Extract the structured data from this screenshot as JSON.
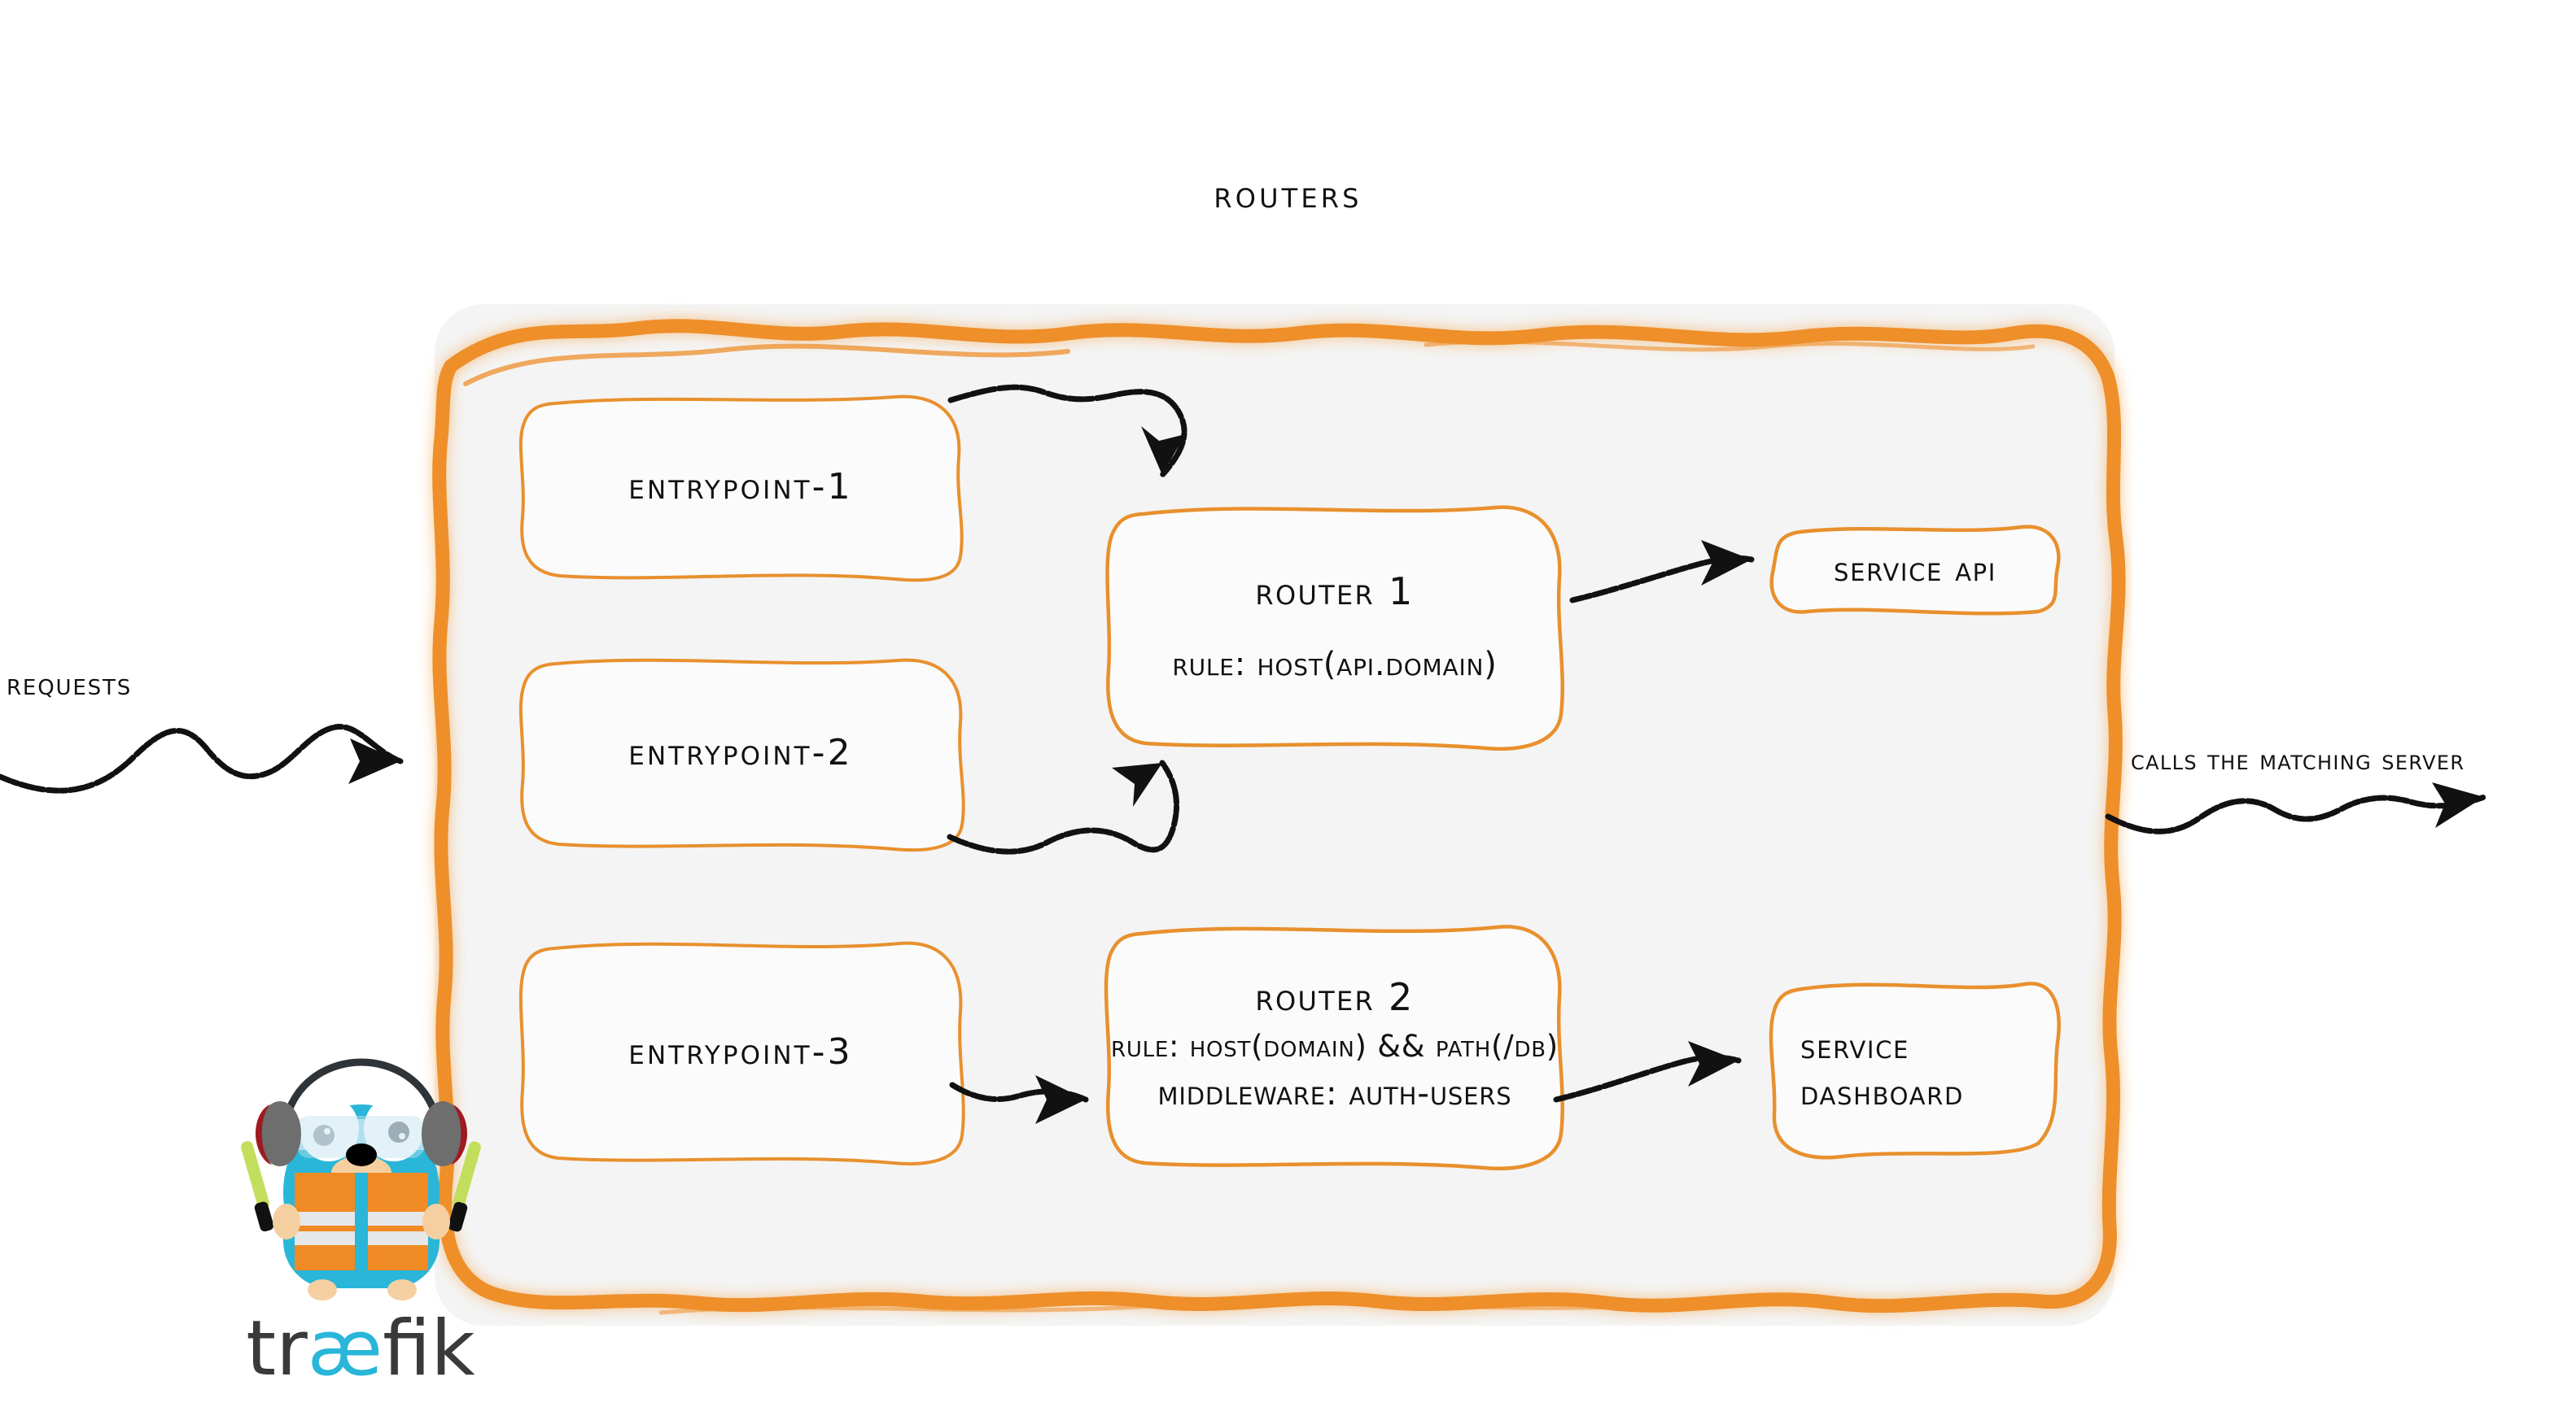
{
  "diagram": {
    "title": "Routers",
    "type": "architecture-flow",
    "brand": "traefik",
    "colors": {
      "accent_orange": "#EE8F2C",
      "node_border_orange": "#E8902E",
      "container_fill": "#F4F4F4",
      "node_fill": "#FBFBFB",
      "ink_black": "#111111",
      "gopher_blue": "#29B6D8",
      "vest_orange": "#F08A24",
      "wand_green": "#C3DE5C",
      "muff_gray": "#6E6E6E",
      "muff_red": "#9E1B20"
    }
  },
  "annotations": {
    "left_label": "Requests",
    "right_label": "Calls the matching server"
  },
  "entrypoints": [
    {
      "id": "entrypoint-1",
      "label": "entrypoint-1"
    },
    {
      "id": "entrypoint-2",
      "label": "entrypoint-2"
    },
    {
      "id": "entrypoint-3",
      "label": "entrypoint-3"
    }
  ],
  "routers": [
    {
      "id": "router-1",
      "title": "Router 1",
      "rule": "rule: Host(api.domain)",
      "middleware": null
    },
    {
      "id": "router-2",
      "title": "Router 2",
      "rule": "rule: Host(domain) && Path(/db)",
      "middleware": "Middleware: auth-users"
    }
  ],
  "services": [
    {
      "id": "service-api",
      "lines": [
        "Service API"
      ]
    },
    {
      "id": "service-dashboard",
      "lines": [
        "Service",
        "Dashboard"
      ]
    }
  ],
  "connections": [
    {
      "from": "requests",
      "to": "routers-container",
      "style": "wavy-arrow"
    },
    {
      "from": "entrypoint-1",
      "to": "router-1",
      "style": "sketch-arrow"
    },
    {
      "from": "entrypoint-2",
      "to": "router-1",
      "style": "sketch-arrow"
    },
    {
      "from": "entrypoint-3",
      "to": "router-2",
      "style": "sketch-arrow"
    },
    {
      "from": "router-1",
      "to": "service-api",
      "style": "sketch-arrow"
    },
    {
      "from": "router-2",
      "to": "service-dashboard",
      "style": "sketch-arrow"
    },
    {
      "from": "routers-container",
      "to": "calls",
      "style": "wavy-arrow"
    }
  ],
  "logo": {
    "wordmark": "træfik",
    "mascot": "gopher-traffic-marshal"
  }
}
